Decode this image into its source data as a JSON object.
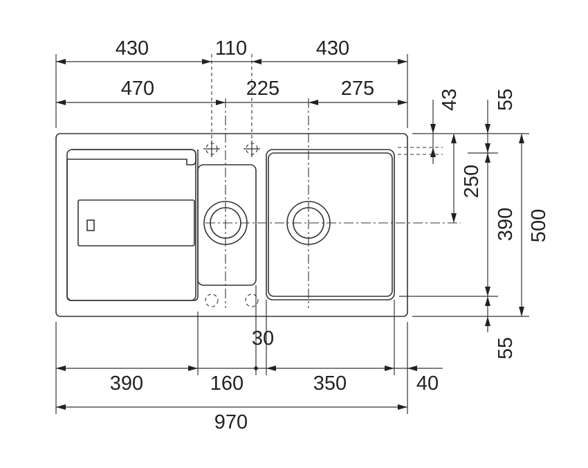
{
  "dimensions": {
    "top_row_1": [
      "430",
      "110",
      "430"
    ],
    "top_row_2": [
      "470",
      "225",
      "275"
    ],
    "right_side": [
      "43",
      "55",
      "250",
      "390",
      "500",
      "55"
    ],
    "bottom_row_1": [
      "390",
      "160",
      "350",
      "40"
    ],
    "bottom_mid": "30",
    "bottom_total": "970"
  }
}
